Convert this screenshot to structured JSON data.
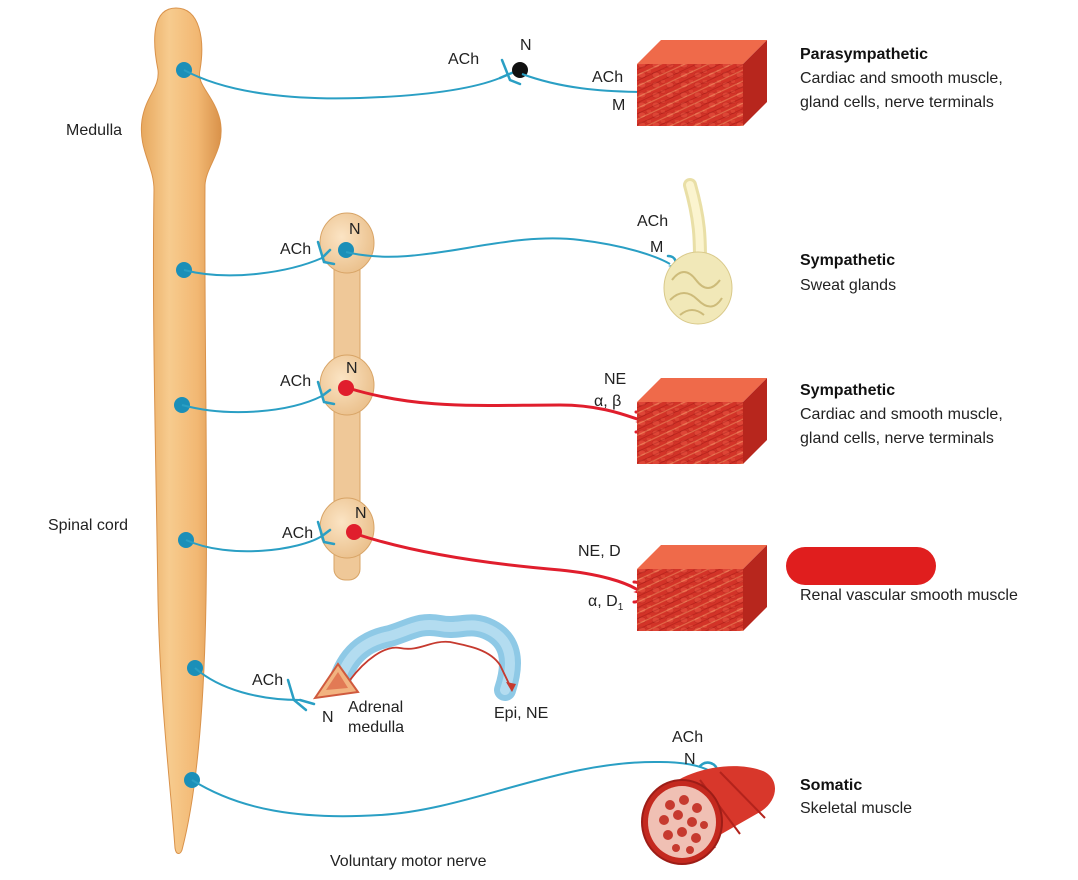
{
  "labels": {
    "medulla": "Medulla",
    "spinal_cord": "Spinal cord",
    "voluntary_motor_nerve": "Voluntary motor nerve",
    "adrenal_medulla_line1": "Adrenal",
    "adrenal_medulla_line2": "medulla",
    "epi_ne": "Epi, NE"
  },
  "pathways": [
    {
      "title": "Parasympathetic",
      "desc_line1": "Cardiac and smooth muscle,",
      "desc_line2": "gland cells, nerve terminals",
      "pre_transmitter": "ACh",
      "ganglion_receptor": "N",
      "post_transmitter": "ACh",
      "effector_receptor": "M"
    },
    {
      "title": "Sympathetic",
      "desc_line1": "Sweat glands",
      "pre_transmitter": "ACh",
      "ganglion_receptor": "N",
      "post_transmitter": "ACh",
      "effector_receptor": "M"
    },
    {
      "title": "Sympathetic",
      "desc_line1": "Cardiac and smooth muscle,",
      "desc_line2": "gland cells, nerve terminals",
      "pre_transmitter": "ACh",
      "ganglion_receptor": "N",
      "post_transmitter": "NE",
      "effector_receptor": "α, β"
    },
    {
      "title": "",
      "desc_line1": "Renal vascular smooth muscle",
      "pre_transmitter": "ACh",
      "ganglion_receptor": "N",
      "post_transmitter": "NE, D",
      "effector_receptor_main": "α, D",
      "effector_receptor_sub": "1"
    },
    {
      "pre_transmitter": "ACh",
      "ganglion_receptor": "N"
    },
    {
      "title": "Somatic",
      "desc_line1": "Skeletal muscle",
      "transmitter": "ACh",
      "effector_receptor": "N"
    }
  ],
  "colors": {
    "cord_fill": "#f3bf7d",
    "ganglion_fill": "#f5d2a5",
    "cholinergic_nerve": "#2a9fc4",
    "adrenergic_nerve": "#e01e2d",
    "muscle": "#d8372b",
    "redaction": "#e01e1e"
  }
}
